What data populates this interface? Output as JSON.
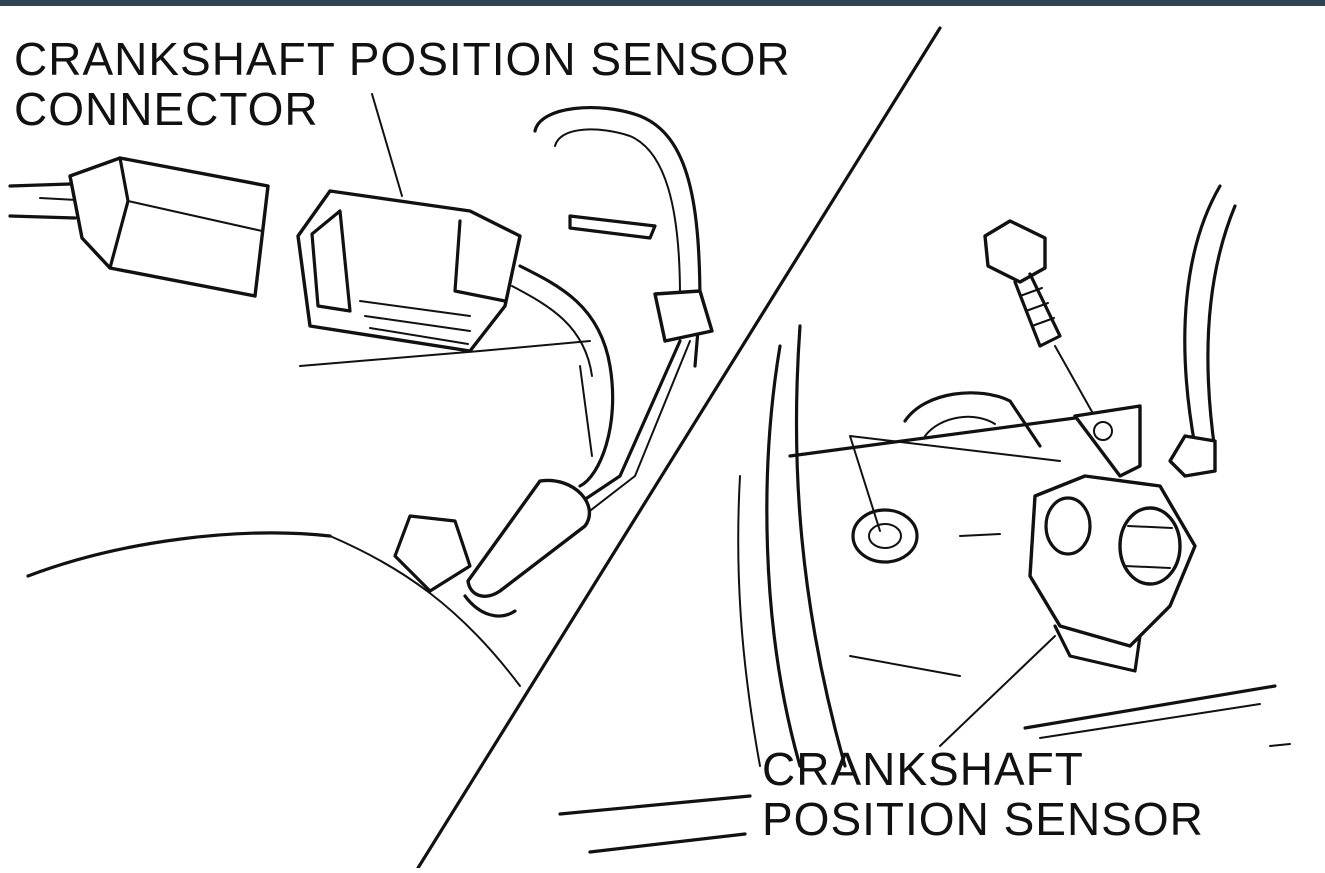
{
  "labels": {
    "connector_line1": "CRANKSHAFT POSITION SENSOR",
    "connector_line2": "CONNECTOR",
    "sensor_line1": "CRANKSHAFT",
    "sensor_line2": "POSITION SENSOR"
  },
  "colors": {
    "ink": "#111111",
    "paper": "#ffffff",
    "top_strip": "#2f4353"
  }
}
